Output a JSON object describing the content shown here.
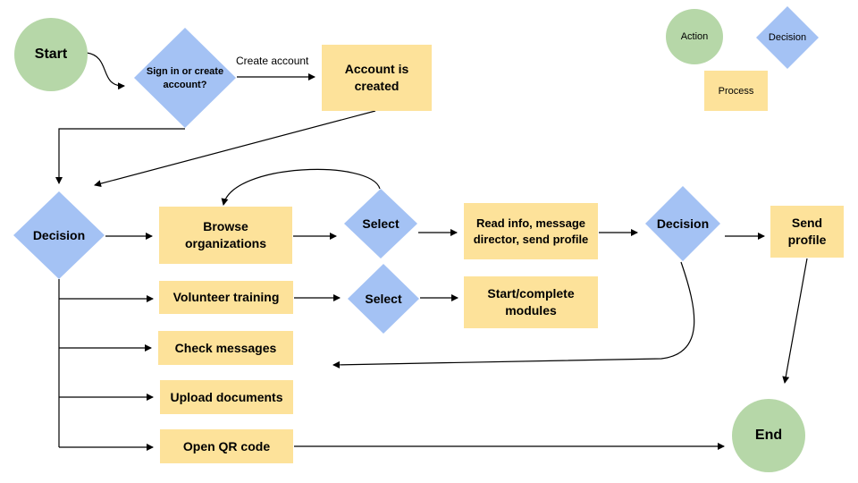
{
  "start": "Start",
  "signin": "Sign in or create account?",
  "create_account_label": "Create account",
  "account_created": "Account is created",
  "decision_main": "Decision",
  "browse": "Browse organizations",
  "select_browse": "Select",
  "read_info": "Read info, message director, send profile",
  "decision_profile": "Decision",
  "send_profile": "Send profile",
  "volunteer_training": "Volunteer training",
  "select_training": "Select",
  "modules": "Start/complete modules",
  "check_messages": "Check messages",
  "upload_documents": "Upload documents",
  "open_qr": "Open QR code",
  "end": "End",
  "legend": {
    "action": "Action",
    "decision": "Decision",
    "process": "Process"
  },
  "colors": {
    "process": "#fde29a",
    "action": "#b6d7a8",
    "decision": "#a4c2f4"
  }
}
